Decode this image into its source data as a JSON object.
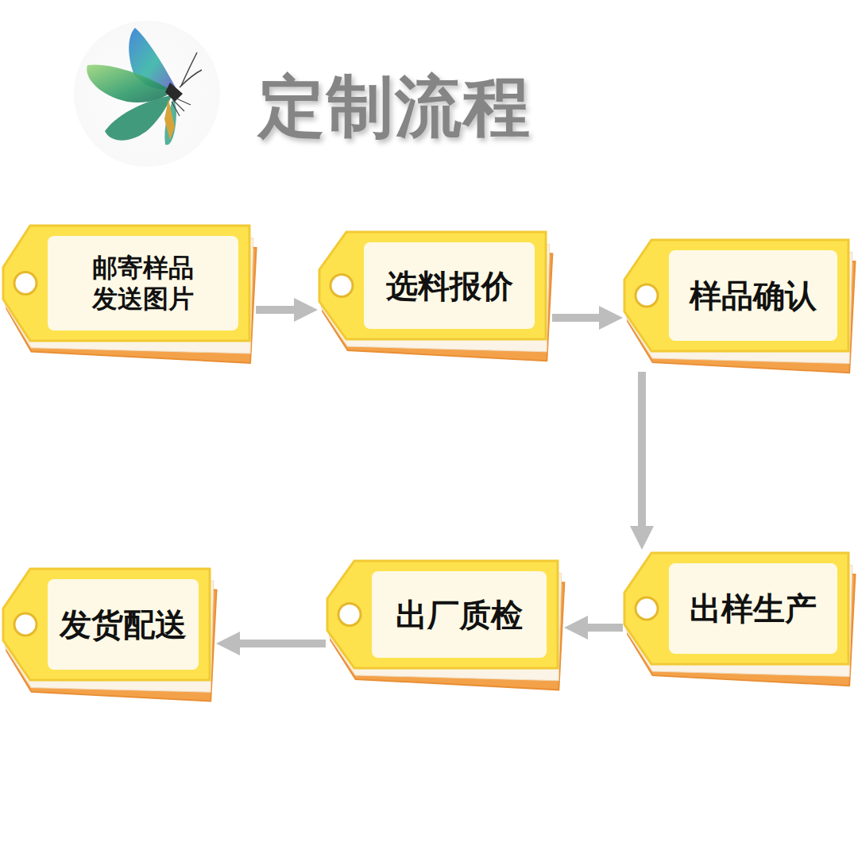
{
  "diagram": {
    "title": "定制流程",
    "nodes": [
      {
        "text": [
          "邮寄样品 发送图片"
        ]
      },
      {
        "text": [
          "选料报价"
        ]
      },
      {
        "text": [
          "样品确认"
        ]
      },
      {
        "text": [
          "出样生产"
        ]
      },
      {
        "text": [
          "出厂质检"
        ]
      },
      {
        "text": [
          "发货配送"
        ]
      }
    ],
    "edges": [
      {
        "from": 0,
        "to": 1,
        "arrow": "to"
      },
      {
        "from": 1,
        "to": 2,
        "arrow": "to"
      },
      {
        "from": 2,
        "to": 3,
        "arrow": "to"
      },
      {
        "from": 3,
        "to": 4,
        "arrow": "to"
      },
      {
        "from": 4,
        "to": 5,
        "arrow": "to"
      }
    ]
  }
}
